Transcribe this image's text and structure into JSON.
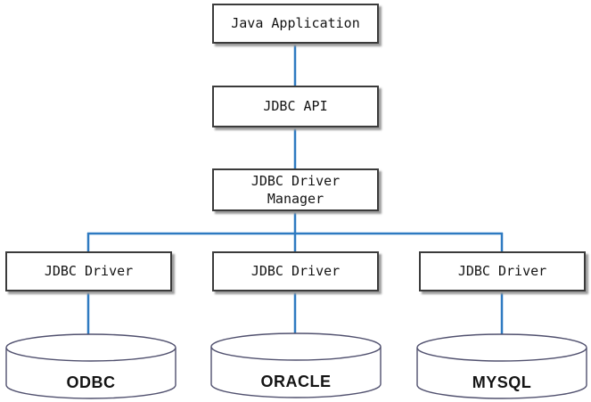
{
  "colors": {
    "connector": "#2e7ac1",
    "box_border": "#3b3b3b",
    "box_fill": "#ffffff",
    "cylinder_outline": "#50506e",
    "cylinder_fill": "#ffffff",
    "text": "#141414",
    "shadow": "#9c9c9c",
    "background": "#ffffff"
  },
  "boxes": {
    "java_application": {
      "label": "Java Application"
    },
    "jdbc_api": {
      "label": "JDBC API"
    },
    "driver_manager": {
      "lines": [
        "JDBC Driver",
        "Manager"
      ]
    },
    "driver_left": {
      "label": "JDBC Driver"
    },
    "driver_middle": {
      "label": "JDBC Driver"
    },
    "driver_right": {
      "label": "JDBC Driver"
    }
  },
  "databases": {
    "left": {
      "label": "ODBC"
    },
    "middle": {
      "label": "ORACLE"
    },
    "right": {
      "label": "MYSQL"
    }
  }
}
